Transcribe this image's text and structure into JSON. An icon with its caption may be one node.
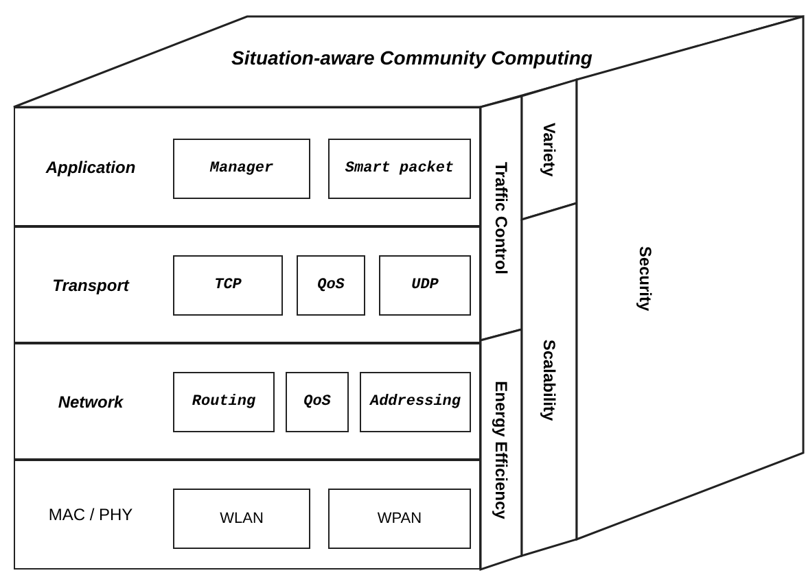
{
  "diagram": {
    "nodes": [
      {
        "text": [
          "Situation-aware Community Computing"
        ]
      },
      {
        "text": [
          "Application"
        ]
      },
      {
        "text": [
          "Manager"
        ],
        "in": 1
      },
      {
        "text": [
          "Smart packet"
        ],
        "in": 1
      },
      {
        "text": [
          "Transport"
        ]
      },
      {
        "text": [
          "TCP"
        ],
        "in": 4
      },
      {
        "text": [
          "QoS"
        ],
        "in": 4
      },
      {
        "text": [
          "UDP"
        ],
        "in": 4
      },
      {
        "text": [
          "Network"
        ]
      },
      {
        "text": [
          "Routing"
        ],
        "in": 8
      },
      {
        "text": [
          "QoS"
        ],
        "in": 8
      },
      {
        "text": [
          "Addressing"
        ],
        "in": 8
      },
      {
        "text": [
          "MAC / PHY"
        ]
      },
      {
        "text": [
          "WLAN"
        ],
        "in": 12
      },
      {
        "text": [
          "WPAN"
        ],
        "in": 12
      },
      {
        "text": [
          "Traffic Control"
        ]
      },
      {
        "text": [
          "Energy Efficiency"
        ]
      },
      {
        "text": [
          "Variety"
        ]
      },
      {
        "text": [
          "Scalability"
        ]
      },
      {
        "text": [
          "Security"
        ]
      }
    ]
  }
}
